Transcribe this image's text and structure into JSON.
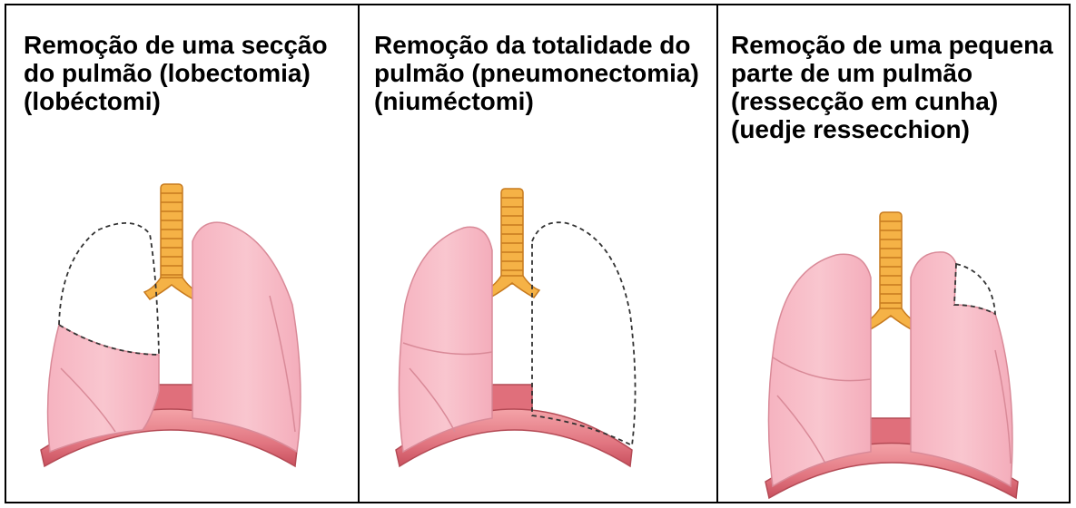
{
  "panels": [
    {
      "caption": "Remoção de uma secção do pulmão (lobectomia) (lobéctomi)"
    },
    {
      "caption": "Remoção da totalidade do pulmão (pneumonectomia) (niuméctomi)"
    },
    {
      "caption": "Remoção de uma pequena parte de um pulmão (ressecção em cunha) (uedje ressecchion)"
    }
  ],
  "colors": {
    "lung_fill": "#f8bcc8",
    "lung_stroke": "#d98a98",
    "trachea_fill": "#f5b246",
    "trachea_stroke": "#c77a1e",
    "diaphragm_fill": "#e88088",
    "diaphragm_stroke": "#b44a55",
    "removed_outline": "#333333"
  }
}
